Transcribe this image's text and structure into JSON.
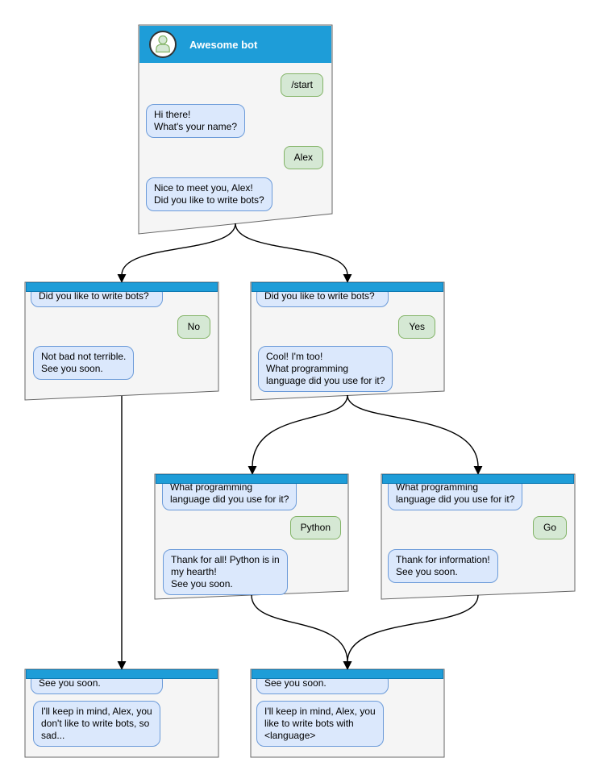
{
  "colors": {
    "header_blue": "#1E9DD8",
    "panel_fill": "#F5F5F5",
    "panel_border": "#666666",
    "bubble_bot_fill": "#DBE8FC",
    "bubble_bot_border": "#6C9BD9",
    "bubble_user_fill": "#D5E8D4",
    "bubble_user_border": "#82B366",
    "connector_black": "#000000"
  },
  "main_window": {
    "title": "Awesome bot",
    "avatar_icon": "person-icon",
    "messages": [
      {
        "from": "user",
        "text": "/start"
      },
      {
        "from": "bot",
        "text": "Hi there!\nWhat's your name?"
      },
      {
        "from": "user",
        "text": "Alex"
      },
      {
        "from": "bot",
        "text": "Nice to meet you, Alex!\nDid you like to write bots?"
      }
    ]
  },
  "branch_no": {
    "messages": [
      {
        "from": "bot",
        "text": "Did you like to write bots?"
      },
      {
        "from": "user",
        "text": "No"
      },
      {
        "from": "bot",
        "text": "Not bad not terrible.\nSee you soon."
      }
    ]
  },
  "branch_yes": {
    "messages": [
      {
        "from": "bot",
        "text": "Did you like to write bots?"
      },
      {
        "from": "user",
        "text": "Yes"
      },
      {
        "from": "bot",
        "text": "Cool! I'm too!\nWhat programming\nlanguage did you use for it?"
      }
    ]
  },
  "branch_python": {
    "messages": [
      {
        "from": "bot",
        "text": "What programming\nlanguage did you use for it?"
      },
      {
        "from": "user",
        "text": "Python"
      },
      {
        "from": "bot",
        "text": "Thank for all! Python is in\nmy hearth!\nSee you soon."
      }
    ]
  },
  "branch_go": {
    "messages": [
      {
        "from": "bot",
        "text": "What programming\nlanguage did you use for it?"
      },
      {
        "from": "user",
        "text": "Go"
      },
      {
        "from": "bot",
        "text": "Thank for information!\nSee you soon."
      }
    ]
  },
  "end_no": {
    "messages": [
      {
        "from": "bot",
        "text": "See you soon."
      },
      {
        "from": "bot",
        "text": "I'll keep in mind, Alex, you\ndon't like to write bots, so\nsad..."
      }
    ]
  },
  "end_yes": {
    "messages": [
      {
        "from": "bot",
        "text": "See you soon."
      },
      {
        "from": "bot",
        "text": "I'll keep in mind, Alex, you\nlike to write bots with\n<language>"
      }
    ]
  }
}
